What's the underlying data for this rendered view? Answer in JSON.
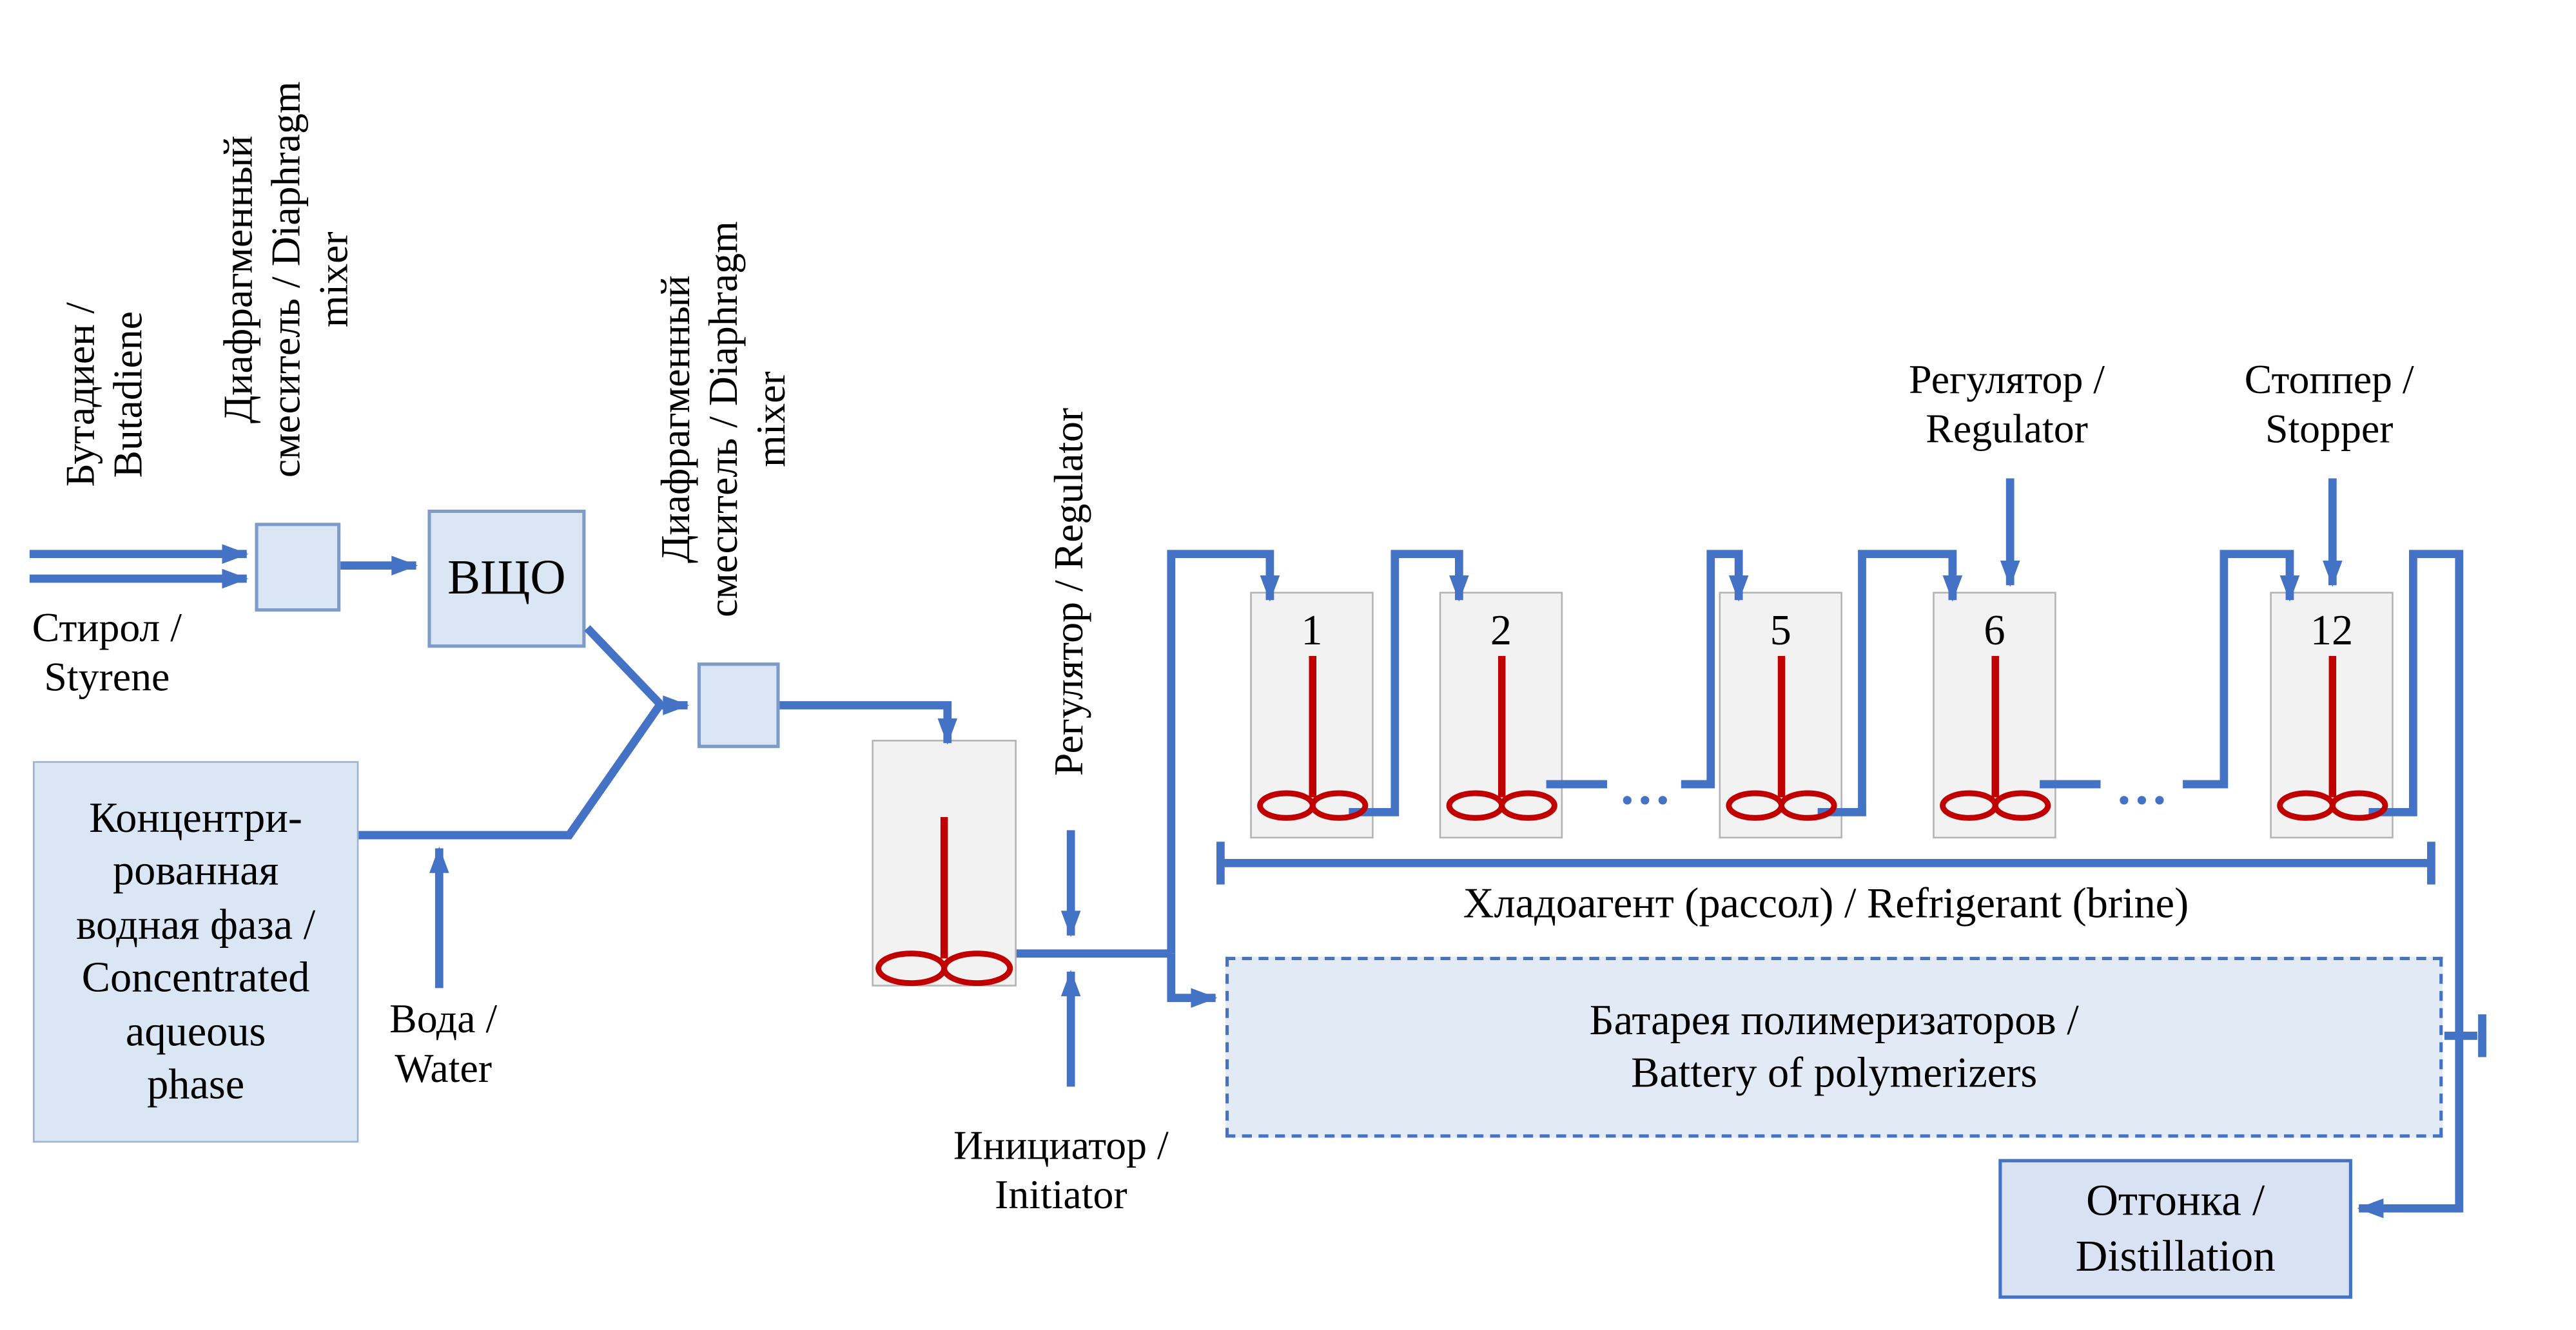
{
  "colors": {
    "pipe_blue": "#4472C4",
    "agitator_red": "#C00000",
    "box_fill": "#DAE6F3",
    "vessel_fill": "#F2F2F2",
    "dashed_box_fill": "#E2EAF6",
    "distillation_fill": "#D9E2F3"
  },
  "labels": {
    "butadiene": "Бутадиен /\nButadiene",
    "styrene": "Стирол /\nStyrene",
    "diaphragm_mixer_1": "Диафрагменный\nсмеситель / Diaphragm\nmixer",
    "diaphragm_mixer_2": "Диафрагменный\nсмеситель / Diaphragm\nmixer",
    "vscho": "ВЩО",
    "aqueous_phase": "Концентри-\nрованная\nводная фаза /\nConcentrated\naqueous\nphase",
    "water": "Вода /\nWater",
    "regulator_vertical": "Регулятор / Regulator",
    "initiator": "Инициатор /\nInitiator",
    "regulator_top": "Регулятор /\nRegulator",
    "stopper": "Стоппер /\nStopper",
    "refrigerant": "Хладоагент (рассол) / Refrigerant (brine)",
    "battery": "Батарея полимеризаторов /\nBattery of polymerizers",
    "distillation": "Отгонка /\nDistillation",
    "ellipsis": "…"
  },
  "battery": {
    "vessel_numbers": [
      "1",
      "2",
      "5",
      "6",
      "12"
    ]
  }
}
